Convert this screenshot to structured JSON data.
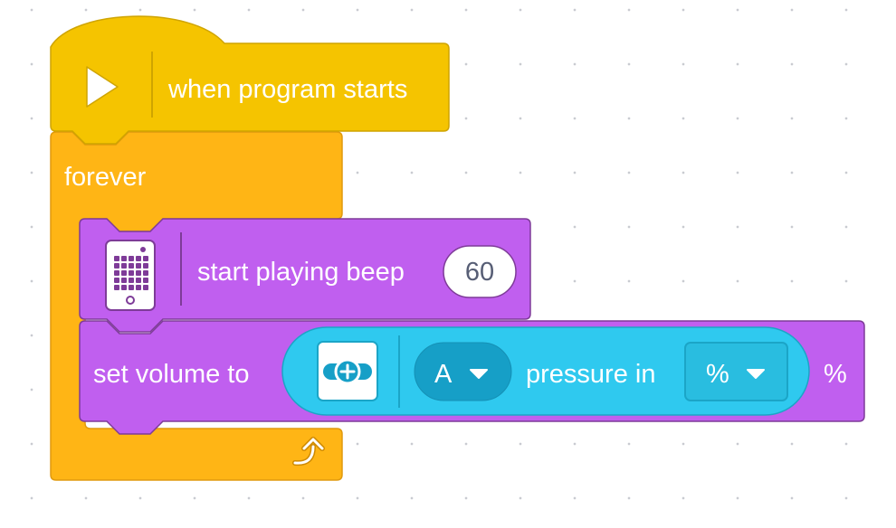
{
  "colors": {
    "event": "#f5c400",
    "event_border": "#cfa400",
    "control": "#ffb515",
    "control_border": "#e09a0e",
    "sound": "#c05fef",
    "sound_border": "#7e3b98",
    "sensor": "#2fc9ef",
    "sensor_border": "#1ba5c7",
    "dropdown_port": "#169fc7",
    "dropdown_unit": "#29bde0"
  },
  "blocks": {
    "hat": {
      "icon": "play-icon",
      "label": "when program starts"
    },
    "forever": {
      "label": "forever",
      "loop_icon": "loop-arrow-icon"
    },
    "beep": {
      "icon": "hub-icon",
      "label": "start playing beep",
      "value": "60"
    },
    "set_volume": {
      "label": "set volume to",
      "suffix": "%",
      "reporter": {
        "icon": "force-sensor-icon",
        "port": "A",
        "label": "pressure in",
        "unit": "%"
      }
    }
  }
}
